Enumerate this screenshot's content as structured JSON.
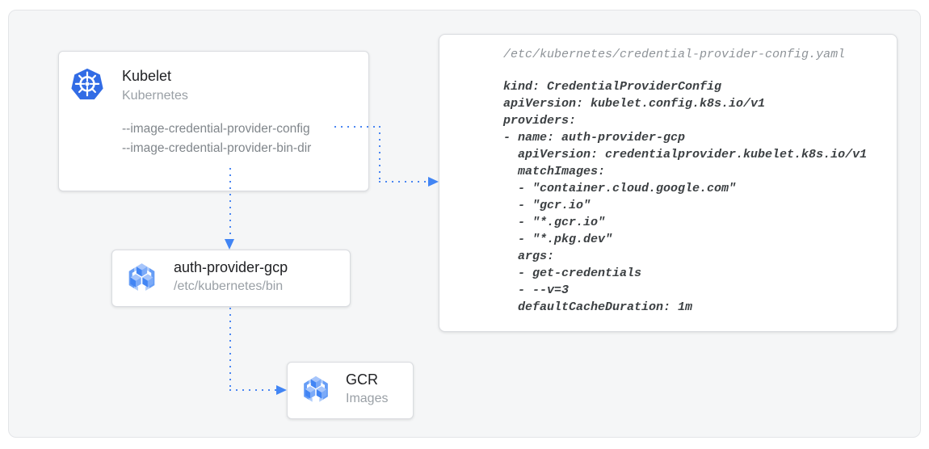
{
  "diagram": {
    "kubelet": {
      "title": "Kubelet",
      "subtitle": "Kubernetes",
      "flags": [
        "--image-credential-provider-config",
        "--image-credential-provider-bin-dir"
      ]
    },
    "auth_provider": {
      "title": "auth-provider-gcp",
      "subtitle": "/etc/kubernetes/bin"
    },
    "gcr": {
      "title": "GCR",
      "subtitle": "Images"
    },
    "config_file": {
      "path": "/etc/kubernetes/credential-provider-config.yaml",
      "yaml": "kind: CredentialProviderConfig\napiVersion: kubelet.config.k8s.io/v1\nproviders:\n- name: auth-provider-gcp\n  apiVersion: credentialprovider.kubelet.k8s.io/v1\n  matchImages:\n  - \"container.cloud.google.com\"\n  - \"gcr.io\"\n  - \"*.gcr.io\"\n  - \"*.pkg.dev\"\n  args:\n  - get-credentials\n  - --v=3\n  defaultCacheDuration: 1m"
    },
    "icons": {
      "kubelet_icon": "kubernetes-logo",
      "auth_provider_icon": "container-registry-icon",
      "gcr_icon": "container-registry-icon"
    },
    "colors": {
      "arrow_blue": "#4285F4",
      "kubernetes_blue": "#326CE5",
      "frame_background": "#F5F6F7",
      "node_border": "#DADCE0",
      "code_text": "#3C4043",
      "muted_text": "#9AA0A6"
    }
  }
}
